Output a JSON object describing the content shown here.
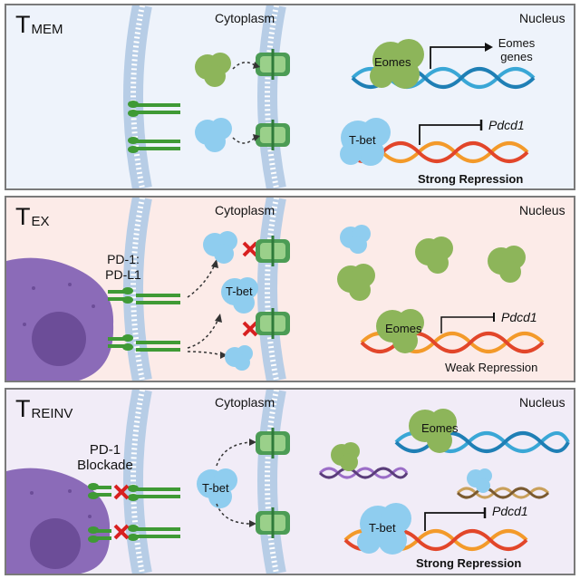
{
  "panels": [
    {
      "title_main": "T",
      "title_sub": "MEM",
      "cytoplasm": "Cytoplasm",
      "nucleus": "Nucleus",
      "eomes": "Eomes",
      "eomes_genes": "Eomes genes",
      "tbet": "T-bet",
      "pdcd1": "Pdcd1",
      "repression": "Strong Repression"
    },
    {
      "title_main": "T",
      "title_sub": "EX",
      "cytoplasm": "Cytoplasm",
      "nucleus": "Nucleus",
      "receptor_label": "PD-1:\nPD-L1",
      "tbet": "T-bet",
      "eomes": "Eomes",
      "pdcd1": "Pdcd1",
      "repression": "Weak Repression"
    },
    {
      "title_main": "T",
      "title_sub": "REINV",
      "cytoplasm": "Cytoplasm",
      "nucleus": "Nucleus",
      "receptor_label": "PD-1\nBlockade",
      "tbet_cyto": "T-bet",
      "eomes": "Eomes",
      "tbet": "T-bet",
      "pdcd1": "Pdcd1",
      "repression": "Strong Repression"
    }
  ],
  "colors": {
    "panel1_bg": "#eef3fb",
    "panel2_bg": "#fcebe8",
    "panel3_bg": "#f1ecf7",
    "membrane": "#b7cde6",
    "eomes_green": "#8db55a",
    "tbet_blue": "#8fcdef",
    "block_red": "#d82020",
    "dna_blue": "#3aa7d6",
    "dna_red": "#e2462a",
    "cell_purple": "#8b6bb8"
  }
}
